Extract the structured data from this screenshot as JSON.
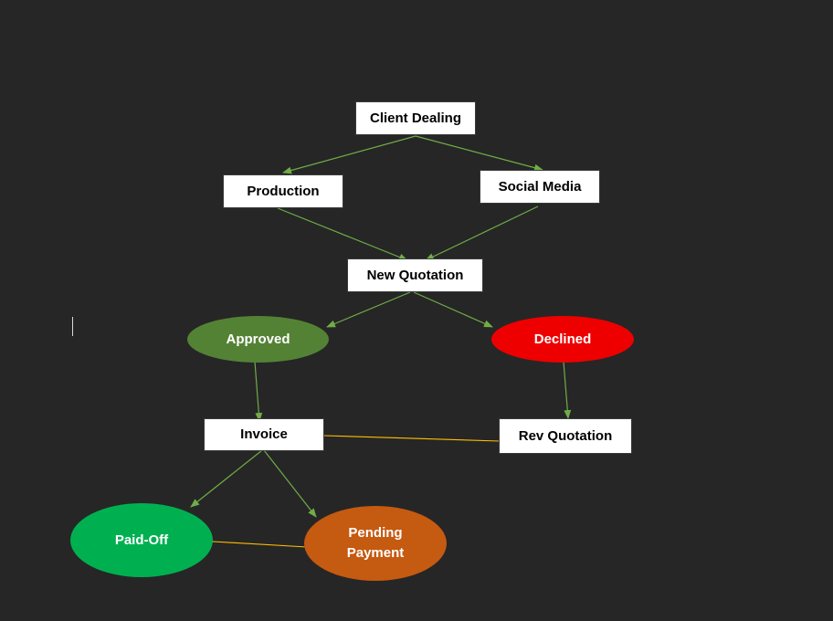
{
  "nodes": {
    "client_dealing": {
      "label": "Client Dealing"
    },
    "production": {
      "label": "Production"
    },
    "social_media": {
      "label": "Social Media"
    },
    "new_quotation": {
      "label": "New Quotation"
    },
    "approved": {
      "label": "Approved",
      "color": "#548235"
    },
    "declined": {
      "label": "Declined",
      "color": "#ee0000"
    },
    "invoice": {
      "label": "Invoice"
    },
    "rev_quotation": {
      "label": "Rev Quotation"
    },
    "paid_off": {
      "label": "Paid-Off",
      "color": "#00b050"
    },
    "pending_payment": {
      "line1": "Pending",
      "line2": "Payment",
      "color": "#c55a11"
    }
  },
  "colors": {
    "background": "#262626",
    "green_arrow": "#70ad47",
    "orange_arrow": "#ffc000"
  }
}
